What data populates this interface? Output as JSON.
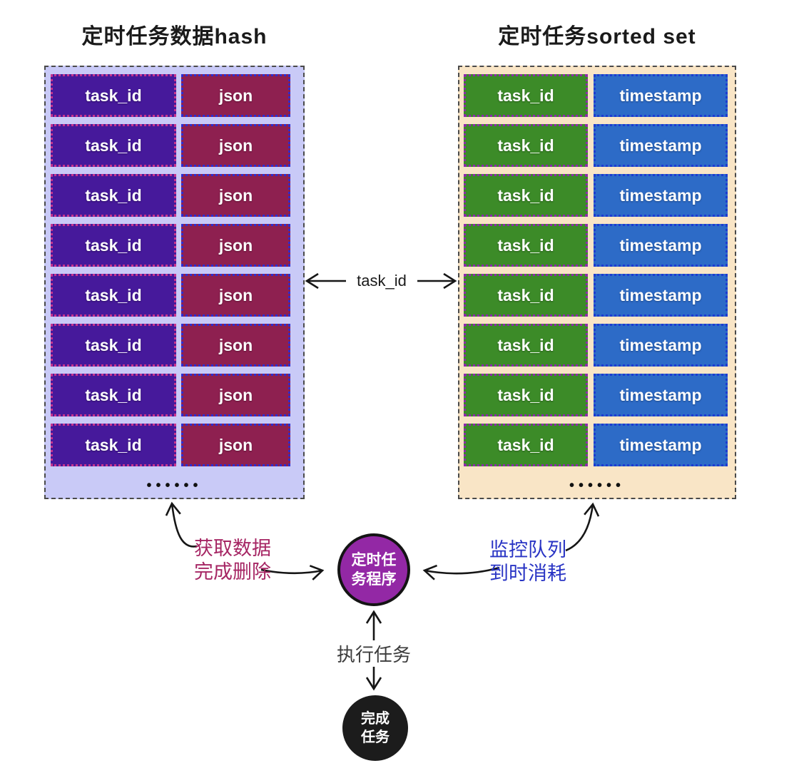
{
  "diagram": {
    "left_panel": {
      "title": "定时任务数据hash",
      "key_label": "task_id",
      "value_label": "json",
      "row_count": 8,
      "ellipsis": "••••••",
      "colors": {
        "background": "#c9caf7",
        "key_fill": "#46199b",
        "key_border": "#c7358f",
        "value_fill": "#8e2050",
        "value_border": "#2d2ed2"
      }
    },
    "right_panel": {
      "title": "定时任务sorted set",
      "key_label": "task_id",
      "value_label": "timestamp",
      "row_count": 8,
      "ellipsis": "••••••",
      "colors": {
        "background": "#f9e5c6",
        "key_fill": "#3c8b28",
        "key_border": "#8d2bab",
        "value_fill": "#2d6bc7",
        "value_border": "#1d3bd1"
      }
    },
    "link_label": "task_id",
    "scheduler_node": {
      "line1": "定时任",
      "line2": "务程序",
      "fill": "#9328a5"
    },
    "done_node": {
      "line1": "完成",
      "line2": "任务",
      "fill": "#1c1c1c"
    },
    "left_flow_label": {
      "line1": "获取数据",
      "line2": "完成删除",
      "color": "#a62664"
    },
    "right_flow_label": {
      "line1": "监控队列",
      "line2": "到时消耗",
      "color": "#2934c4"
    },
    "execute_label": "执行任务",
    "arrow_color": "#161616"
  }
}
